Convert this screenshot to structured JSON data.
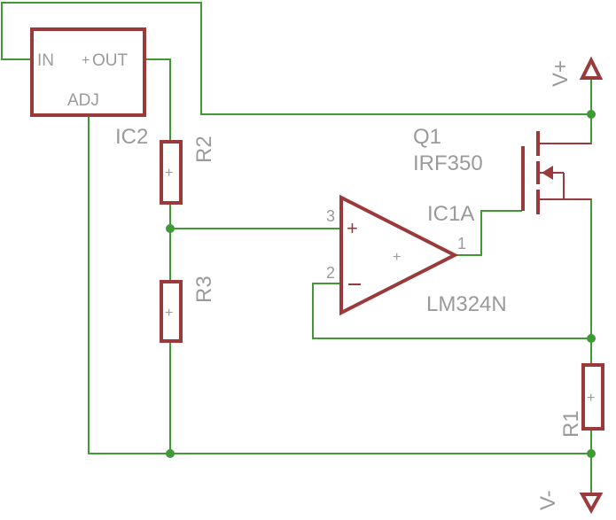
{
  "regulator": {
    "name": "IC2",
    "pin_in": "IN",
    "pin_out": "OUT",
    "pin_adj": "ADJ"
  },
  "mosfet": {
    "name": "Q1",
    "value": "IRF350"
  },
  "opamp": {
    "name": "IC1A",
    "value": "LM324N",
    "pin_noninv": "3",
    "pin_inv": "2",
    "pin_out": "1"
  },
  "resistors": {
    "r1": "R1",
    "r2": "R2",
    "r3": "R3"
  },
  "supply": {
    "pos": "V+",
    "neg": "V-"
  },
  "colors": {
    "wire": "#3f9a35",
    "part": "#9a3a3a",
    "label": "#9a9a9a"
  }
}
